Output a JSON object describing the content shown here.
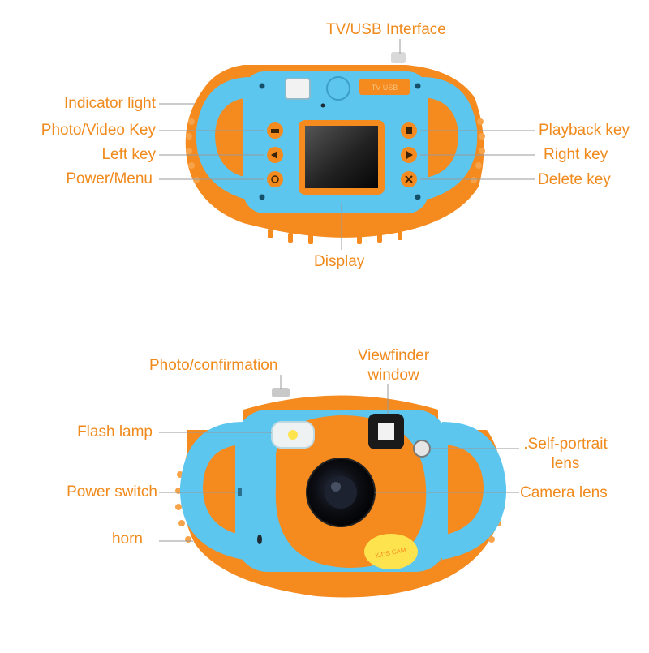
{
  "top_view": {
    "labels": {
      "tv_usb": "TV/USB Interface",
      "indicator": "Indicator light",
      "photo_video": "Photo/Video Key",
      "left_key": "Left key",
      "power_menu": "Power/Menu",
      "playback": "Playback key",
      "right_key": "Right key",
      "delete_key": "Delete key",
      "display": "Display"
    },
    "port_text": "TV   USB"
  },
  "bottom_view": {
    "labels": {
      "photo_confirm": "Photo/confirmation",
      "viewfinder_line1": "Viewfinder",
      "viewfinder_line2": "window",
      "flash": "Flash lamp",
      "self_portrait_line1": ".Self-portrait",
      "self_portrait_line2": "lens",
      "power_switch": "Power switch",
      "camera_lens": "Camera lens",
      "horn": "horn"
    },
    "badge_text": "KIDS CAM"
  },
  "colors": {
    "label": "#f08a1c",
    "blue": "#5cc6ef",
    "orange": "#f58a1f",
    "leader": "#9a9a9a"
  }
}
